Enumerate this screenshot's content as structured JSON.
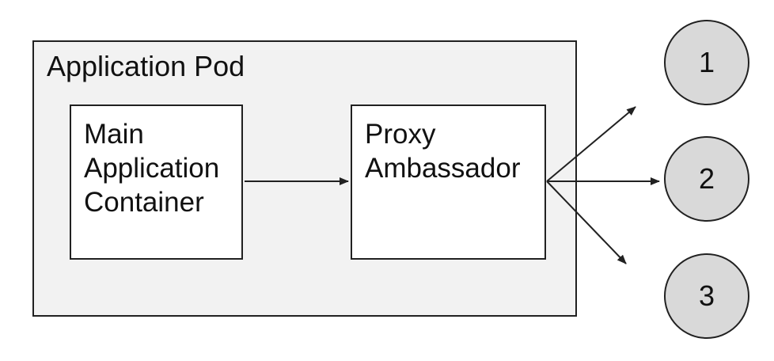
{
  "pod": {
    "title": "Application Pod"
  },
  "nodes": [
    {
      "id": "main-application-container",
      "label": "Main Application Container"
    },
    {
      "id": "proxy-ambassador",
      "label": "Proxy Ambassador"
    }
  ],
  "endpoints": [
    {
      "label": "1"
    },
    {
      "label": "2"
    },
    {
      "label": "3"
    }
  ],
  "connections": [
    {
      "from": "main-application-container",
      "to": "proxy-ambassador"
    },
    {
      "from": "proxy-ambassador",
      "to": "endpoint-1"
    },
    {
      "from": "proxy-ambassador",
      "to": "endpoint-2"
    },
    {
      "from": "proxy-ambassador",
      "to": "endpoint-3"
    }
  ],
  "colors": {
    "pod_fill": "#f2f2f2",
    "node_fill": "#ffffff",
    "endpoint_fill": "#d9d9d9",
    "line": "#212121",
    "text": "#111111",
    "background": "#ffffff"
  }
}
